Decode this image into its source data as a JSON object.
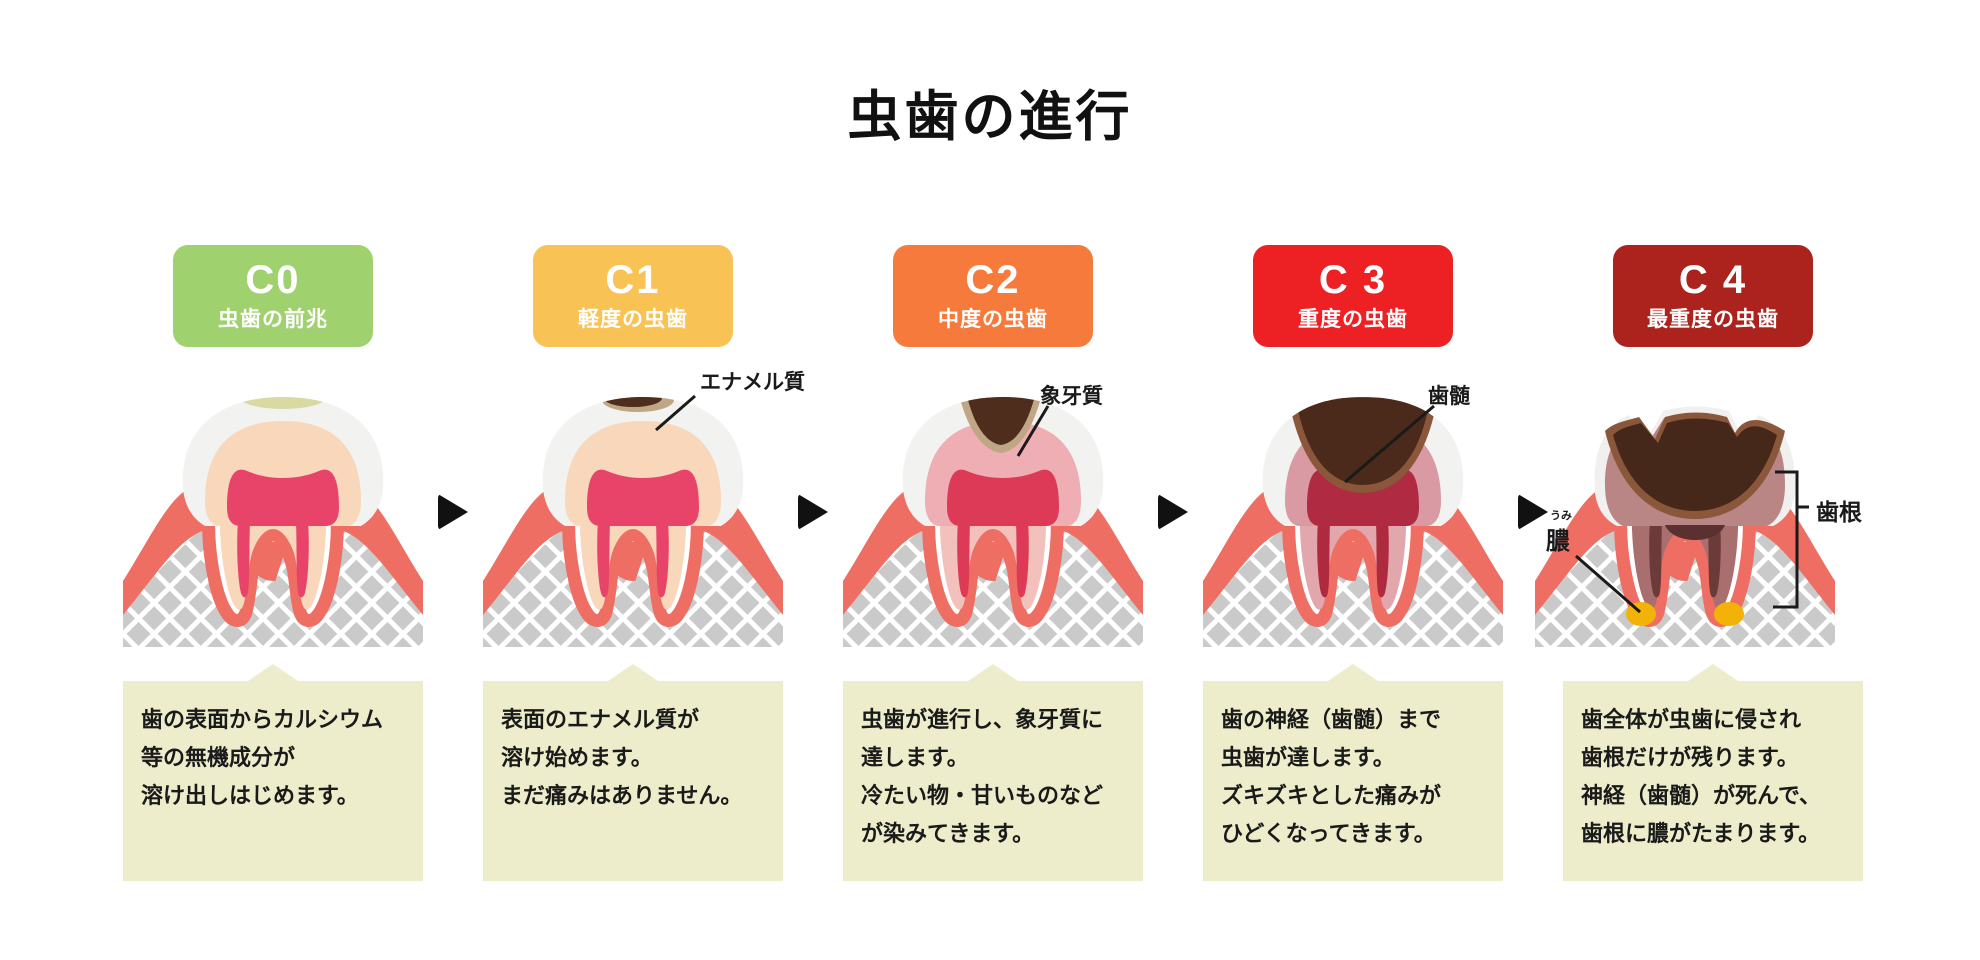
{
  "title": "虫歯の進行",
  "stages": [
    {
      "code": "C0",
      "name": "虫歯の前兆",
      "badge_color": "#9fd16e",
      "description": "歯の表面からカルシウム\n等の無機成分が\n溶け出しはじめます。"
    },
    {
      "code": "C1",
      "name": "軽度の虫歯",
      "badge_color": "#f9c254",
      "description": "表面のエナメル質が\n溶け始めます。\nまだ痛みはありません。"
    },
    {
      "code": "C2",
      "name": "中度の虫歯",
      "badge_color": "#f57a3c",
      "description": "虫歯が進行し、象牙質に\n達します。\n冷たい物・甘いものなど\nが染みてきます。"
    },
    {
      "code": "C 3",
      "name": "重度の虫歯",
      "badge_color": "#ed2024",
      "description": "歯の神経（歯髄）まで\n虫歯が達します。\nズキズキとした痛みが\nひどくなってきます。"
    },
    {
      "code": "C 4",
      "name": "最重度の虫歯",
      "badge_color": "#ac231d",
      "description": "歯全体が虫歯に侵され\n歯根だけが残ります。\n神経（歯髄）が死んで、\n歯根に膿がたまります。"
    }
  ],
  "annotations": {
    "enamel": "エナメル質",
    "dentin": "象牙質",
    "pulp": "歯髄",
    "pus": "膿",
    "pus_furigana": "うみ",
    "root": "歯根"
  },
  "colors": {
    "background": "#ffffff",
    "title_text": "#111111",
    "description_box": "#ededcb",
    "gum": "#ee6e63",
    "bone": "#cacaca",
    "enamel": "#f2f2f0",
    "dentin": "#f9d7bb",
    "pulp": "#e8446a",
    "decay_dark": "#4f2d1d",
    "decay_rim_tan": "#bfa685",
    "decay_rim_brown": "#8a573a",
    "pus": "#f3b208",
    "early_spot": "#d8daa2"
  }
}
